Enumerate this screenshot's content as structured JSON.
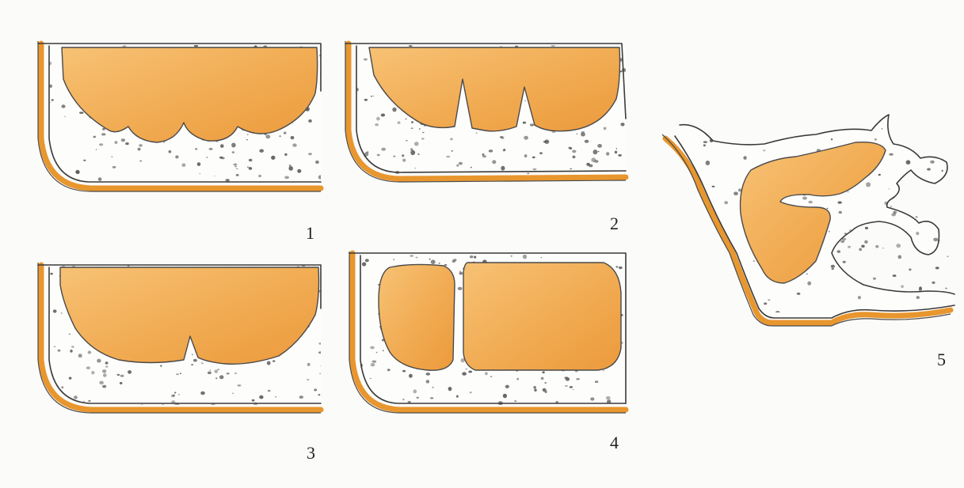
{
  "panels": [
    {
      "id": 1,
      "label": "1",
      "cavity_style": "scalloped-three-lobes"
    },
    {
      "id": 2,
      "label": "2",
      "cavity_style": "two-septa"
    },
    {
      "id": 3,
      "label": "3",
      "cavity_style": "single-septum"
    },
    {
      "id": 4,
      "label": "4",
      "cavity_style": "two-separate-cells"
    },
    {
      "id": 5,
      "label": "5",
      "cavity_style": "branched-sinus-section"
    }
  ],
  "colors": {
    "cortex": "#e8962e",
    "cavity_light": "#f6bf6a",
    "cavity_dark": "#ee9e3f",
    "outline": "#3b3b3b",
    "trabecula_dot": "#555555",
    "background": "#fbfbf9"
  }
}
